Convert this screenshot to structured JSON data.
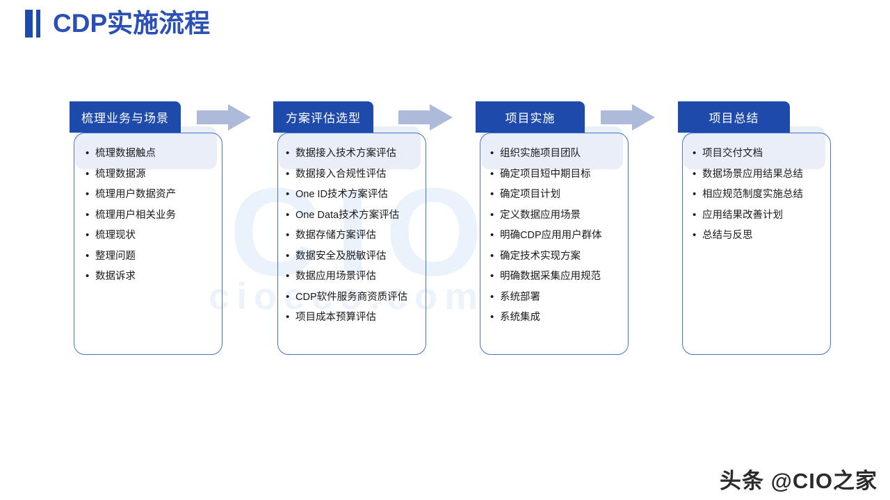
{
  "page": {
    "title": "CDP实施流程",
    "background_color": "#ffffff",
    "accent_color": "#1e4bab",
    "title_color": "#2a4fb5",
    "arrow_color": "#aebada",
    "card_border_color": "#4472c4"
  },
  "watermark": {
    "logo_text": "CIO",
    "url_text": "cioeco.com",
    "bottom_text": "头条 @CIO之家"
  },
  "stages": [
    {
      "header": "梳理业务与场景",
      "items": [
        "梳理数据触点",
        "梳理数据源",
        "梳理用户数据资产",
        "梳理用户相关业务",
        "梳理现状",
        "整理问题",
        "数据诉求"
      ]
    },
    {
      "header": "方案评估选型",
      "items": [
        "数据接入技术方案评估",
        "数据接入合规性评估",
        "One ID技术方案评估",
        "One Data技术方案评估",
        "数据存储方案评估",
        "数据安全及脱敏评估",
        "数据应用场景评估",
        "CDP软件服务商资质评估",
        "项目成本预算评估"
      ]
    },
    {
      "header": "项目实施",
      "items": [
        "组织实施项目团队",
        "确定项目短中期目标",
        "确定项目计划",
        "定义数据应用场景",
        "明确CDP应用用户群体",
        "确定技术实现方案",
        "明确数据采集应用规范",
        "系统部署",
        "系统集成"
      ]
    },
    {
      "header": "项目总结",
      "items": [
        "项目交付文档",
        "数据场景应用结果总结",
        "相应规范制度实施总结",
        "应用结果改善计划",
        "总结与反思"
      ]
    }
  ],
  "arrows": [
    {
      "name": "arrow-1-2"
    },
    {
      "name": "arrow-2-3"
    },
    {
      "name": "arrow-3-4"
    }
  ]
}
